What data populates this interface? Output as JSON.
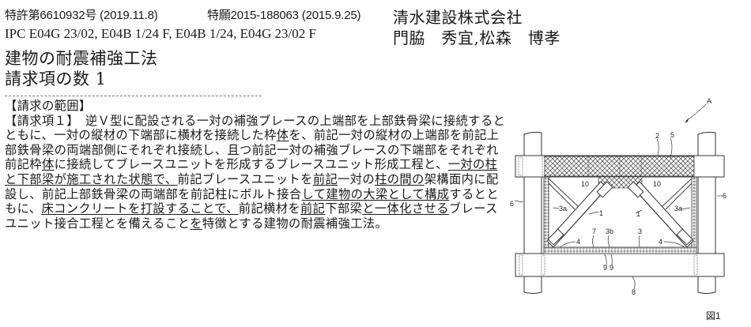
{
  "header": {
    "patent_number": "特許第6610932号 (2019.11.8)",
    "application_number": "特願2015-188063 (2015.9.25)",
    "applicant": "清水建設株式会社",
    "ipc": "IPC E04G 23/02, E04B 1/24 F, E04B 1/24, E04G 23/02 F",
    "inventors": "門脇　秀宜,松森　博孝",
    "title": "建物の耐震補強工法",
    "claim_count": "請求項の数 1"
  },
  "claims": {
    "section_heading": "【請求の範囲】",
    "lines": [
      [
        {
          "t": "【請求項１】　逆Ｖ型に配設される一対の補強ブレースの上端部を上部鉄骨梁に接続すると",
          "u": false
        }
      ],
      [
        {
          "t": "ともに、一対の縦材の下端部に横材を接続した枠",
          "u": false
        },
        {
          "t": "体",
          "u": true
        },
        {
          "t": "を、前記一対の縦材の上端部を前記上",
          "u": false
        }
      ],
      [
        {
          "t": "部鉄骨梁の両端部側にそれぞれ接続し、且つ前記一対の補強ブレースの下端部をそれぞれ",
          "u": false
        }
      ],
      [
        {
          "t": "前記枠",
          "u": false
        },
        {
          "t": "体",
          "u": true
        },
        {
          "t": "に接続してブレースユニットを形成するブレースユニット形成工程と、",
          "u": false
        },
        {
          "t": "一対の柱",
          "u": true
        }
      ],
      [
        {
          "t": "と下部梁が施工された状態で、",
          "u": true
        },
        {
          "t": "前記ブレースユニットを",
          "u": false
        },
        {
          "t": "前記",
          "u": true
        },
        {
          "t": "一対の",
          "u": false
        },
        {
          "t": "柱の間の",
          "u": true
        },
        {
          "t": "架構面内に配",
          "u": false
        }
      ],
      [
        {
          "t": "設し、前記上部鉄骨梁の両端部を前記柱にボルト接合",
          "u": false
        },
        {
          "t": "して建物の大梁として構成",
          "u": true
        },
        {
          "t": "するとと",
          "u": false
        }
      ],
      [
        {
          "t": "もに、",
          "u": false
        },
        {
          "t": "床コンクリートを打設することで、",
          "u": true
        },
        {
          "t": "前記横材を",
          "u": false
        },
        {
          "t": "前記",
          "u": true
        },
        {
          "t": "下部梁",
          "u": false
        },
        {
          "t": "と一体化させる",
          "u": true
        },
        {
          "t": "ブレース",
          "u": false
        }
      ],
      [
        {
          "t": "ユニット接合工程とを備えること",
          "u": false
        },
        {
          "t": "を",
          "u": true
        },
        {
          "t": "特徴とする建物の耐震補強工法。",
          "u": false
        }
      ]
    ]
  },
  "figure": {
    "caption": "図1",
    "callouts": {
      "A": "A",
      "n1": "1",
      "n2": "2",
      "n3": "3",
      "n3a": "3a",
      "n3b": "3b",
      "n4": "4",
      "n5": "5",
      "n6": "6",
      "n7": "7",
      "n8": "8",
      "n9": "9",
      "n10": "10"
    }
  }
}
